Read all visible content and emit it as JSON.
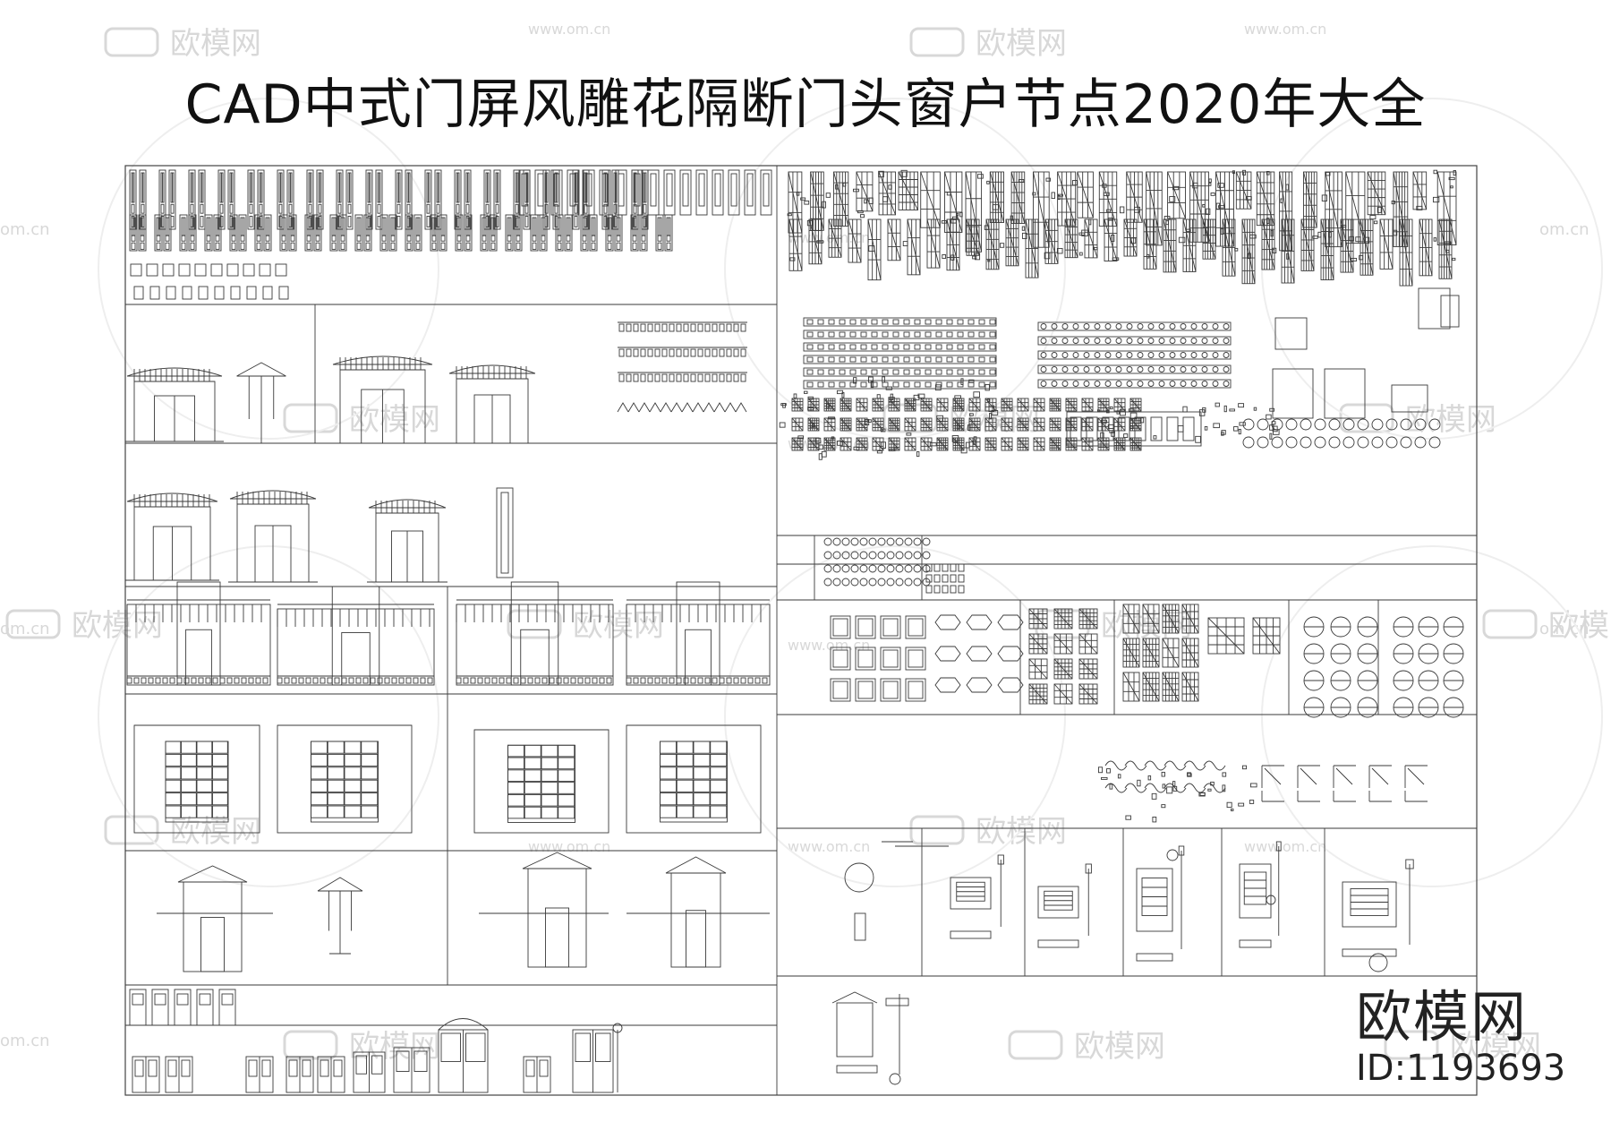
{
  "title": "CAD中式门屏风雕花隔断门头窗户节点2020年大全",
  "brand": {
    "name": "欧模网",
    "id_label": "ID:1193693"
  },
  "watermark": {
    "text": "欧模网",
    "url": "www.om.cn",
    "url_short": "om.cn"
  },
  "colors": {
    "line": "#3a3a3a",
    "watermark": "#d8d8d8"
  }
}
